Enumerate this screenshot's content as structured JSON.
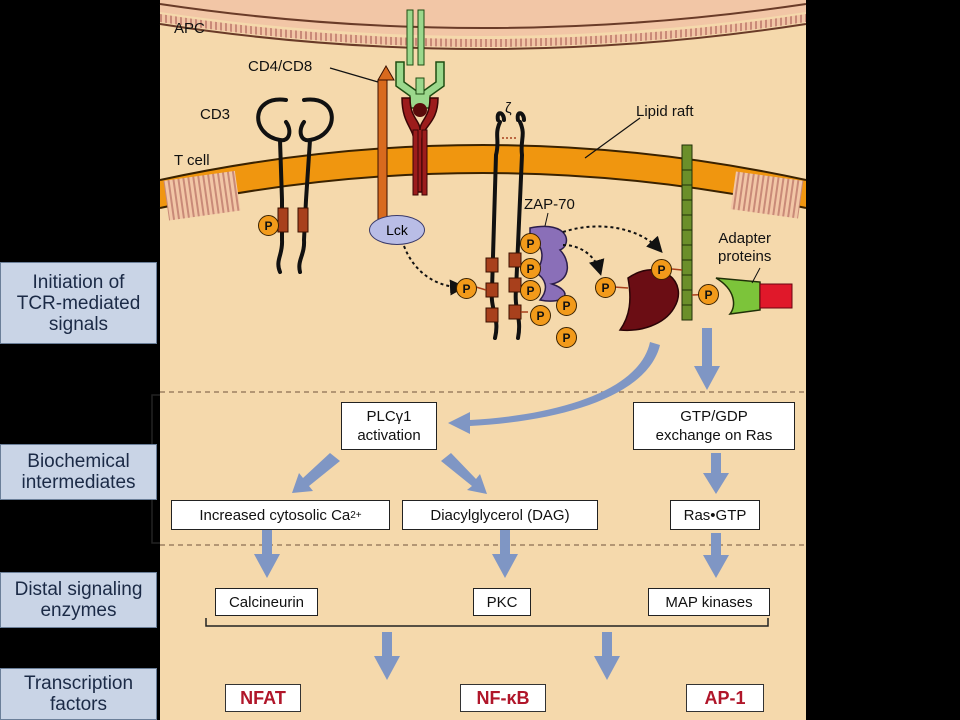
{
  "sidebar": {
    "initiation": "Initiation of\nTCR-mediated\nsignals",
    "biochemical": "Biochemical\nintermediates",
    "distal": "Distal signaling\nenzymes",
    "transcription": "Transcription\nfactors"
  },
  "labels": {
    "apc": "APC",
    "cd4cd8": "CD4/CD8",
    "cd3": "CD3",
    "tcell": "T cell",
    "zeta": "ζ",
    "lipid_raft": "Lipid raft",
    "zap70": "ZAP-70",
    "adapter": "Adapter\nproteins",
    "lck": "Lck",
    "phospho": "P"
  },
  "boxes": {
    "plc": "PLCγ1\nactivation",
    "gtp": "GTP/GDP\nexchange on Ras",
    "calcium_prefix": "Increased cytosolic Ca",
    "calcium_sup": "2+",
    "dag": "Diacylglycerol  (DAG)",
    "rasgtp": "Ras•GTP",
    "calcineurin": "Calcineurin",
    "pkc": "PKC",
    "mapk": "MAP kinases"
  },
  "factors": {
    "nfat": "NFAT",
    "nfkb": "NF-κB",
    "ap1": "AP-1"
  },
  "colors": {
    "cytoplasm": "#f5d9ac",
    "membrane": "#f0960f",
    "sidebar_fill": "#c9d4e6",
    "arrow": "#7f96c4",
    "factor_text": "#b0162a"
  }
}
